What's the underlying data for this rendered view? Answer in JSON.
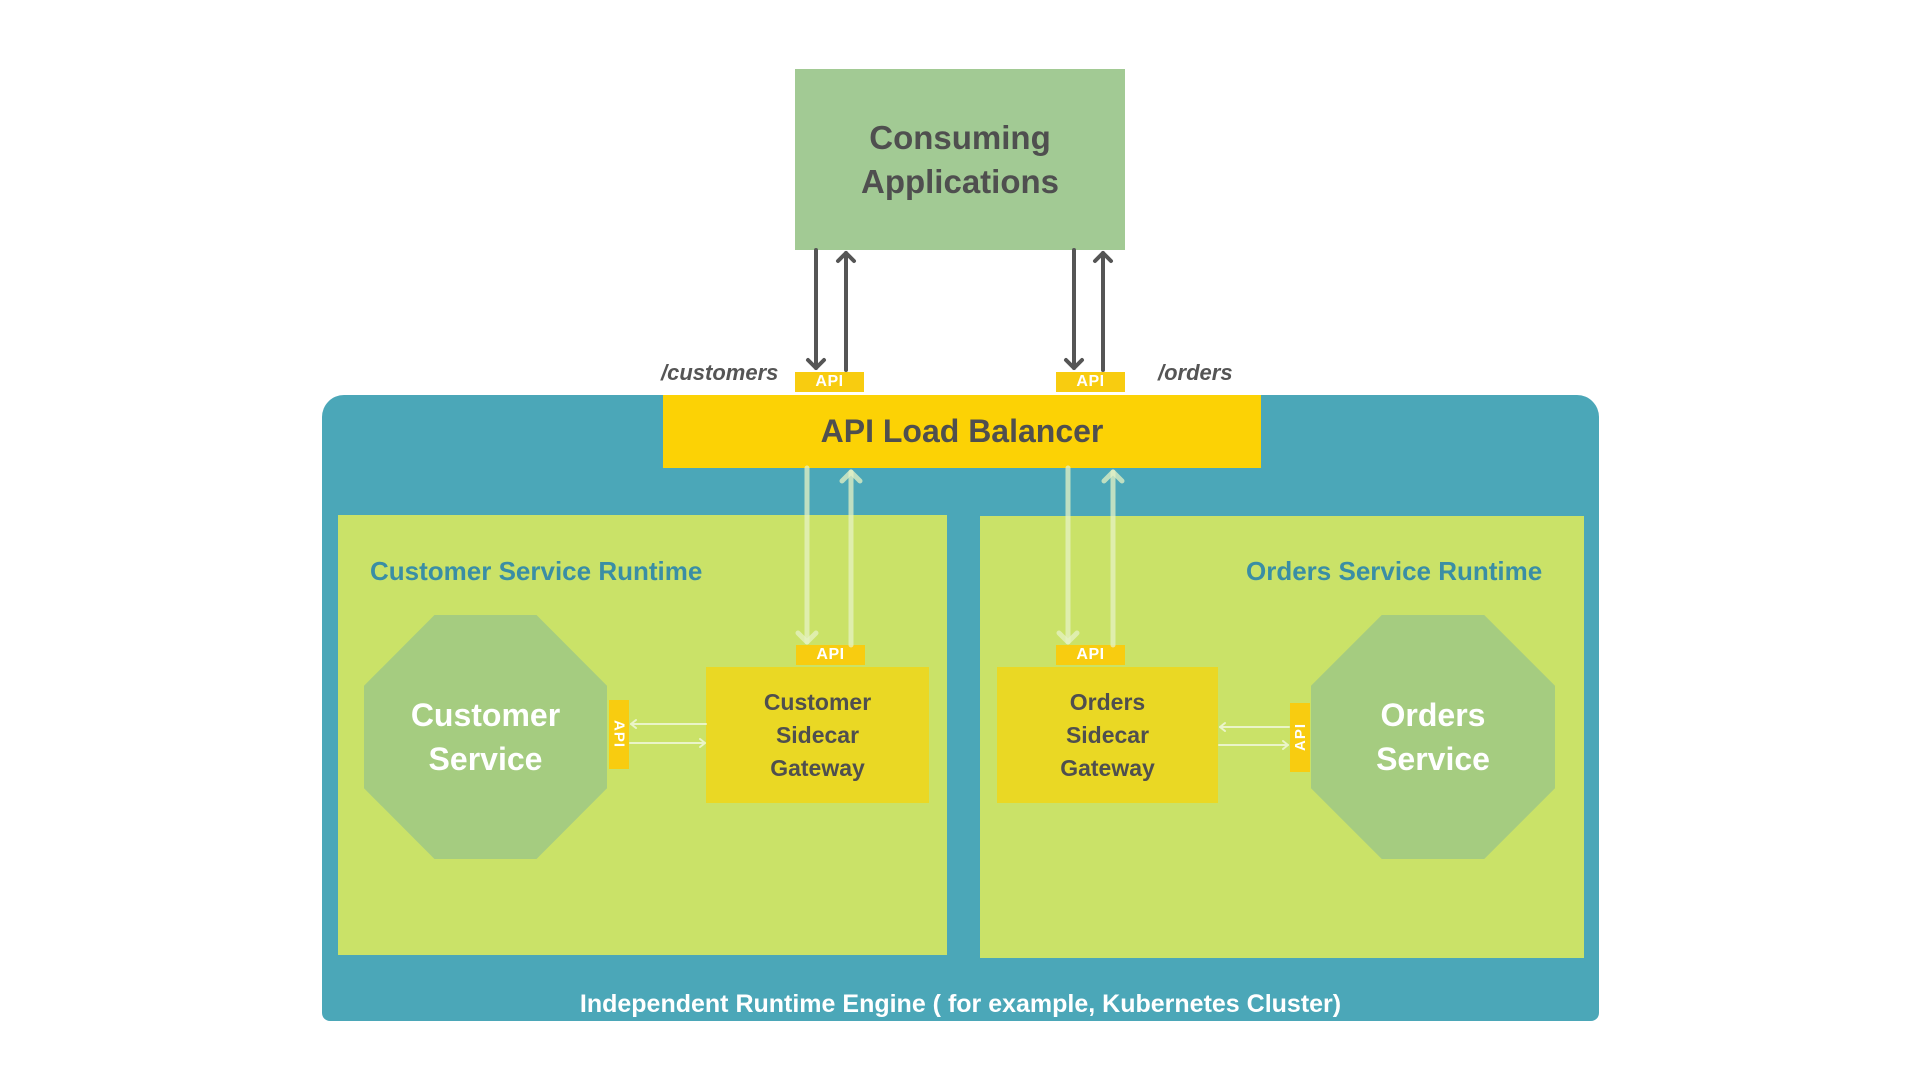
{
  "consuming_apps": {
    "label": "Consuming\nApplications"
  },
  "routes": {
    "customers": "/customers",
    "orders": "/orders"
  },
  "api_badge_label": "API",
  "load_balancer": {
    "label": "API Load Balancer"
  },
  "customer_runtime": {
    "title": "Customer Service Runtime",
    "service_label": "Customer\nService",
    "sidecar_label": "Customer\nSidecar\nGateway"
  },
  "orders_runtime": {
    "title": "Orders Service Runtime",
    "service_label": "Orders\nService",
    "sidecar_label": "Orders\nSidecar\nGateway"
  },
  "engine": {
    "label": "Independent Runtime Engine ( for example, Kubernetes Cluster)"
  },
  "colors": {
    "consuming": "#A2CA94",
    "engine": "#4BA7B8",
    "load_balancer": "#FCD205",
    "runtime": "#CAE268",
    "sidecar": "#EAD824",
    "service": "#A5CC80",
    "api_badge": "#F8CC10",
    "runtime_title": "#3A8EA5"
  }
}
